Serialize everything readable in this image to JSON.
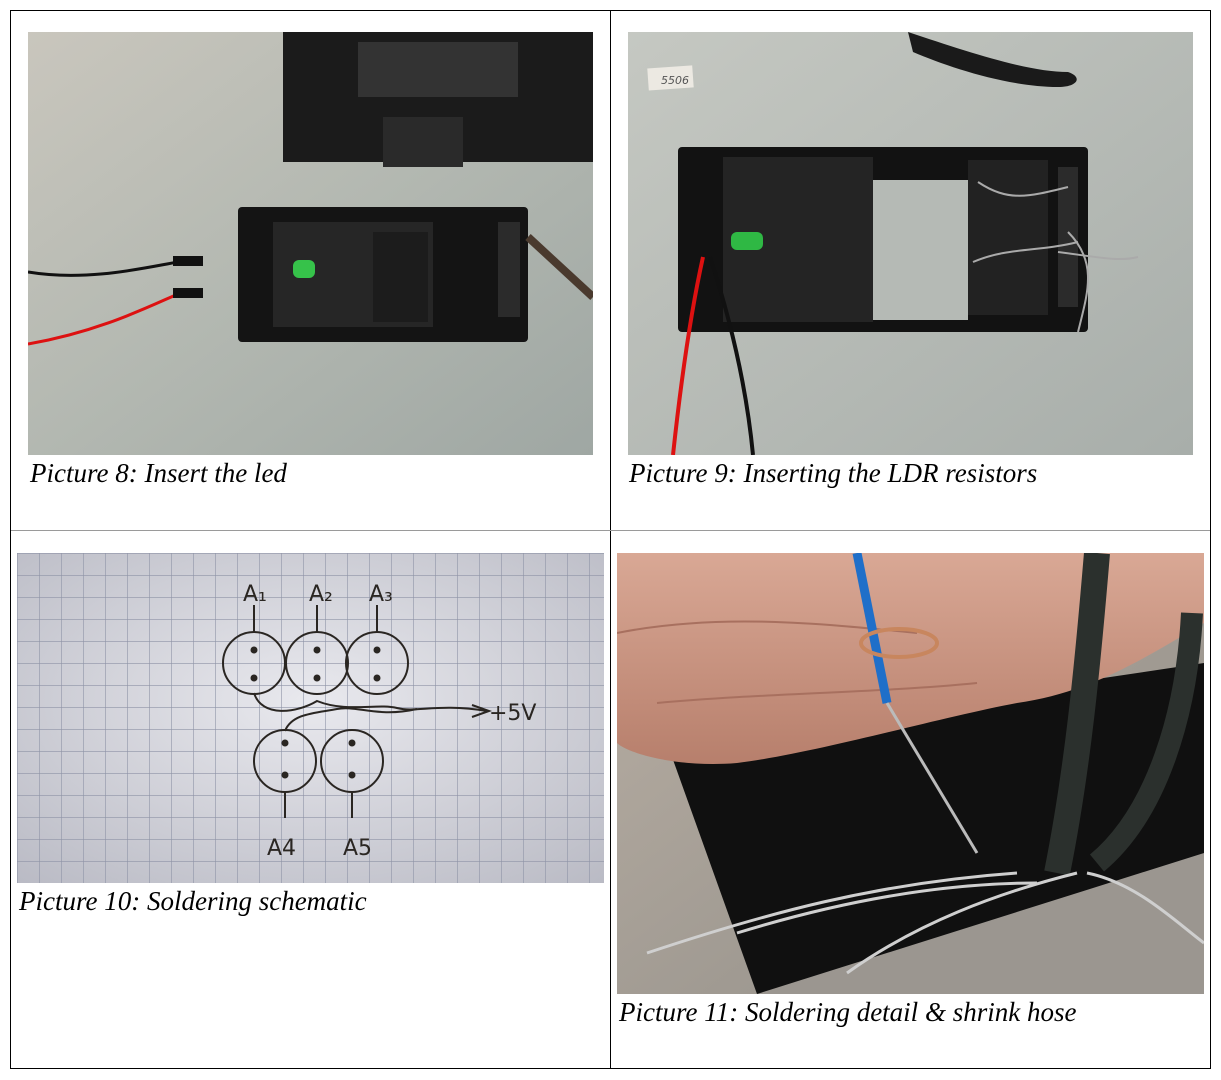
{
  "figures": [
    {
      "image": "photo-led-inserted-in-black-enclosure",
      "caption": "Picture 8: Insert the led"
    },
    {
      "image": "photo-ldr-resistors-inserted",
      "caption": "Picture 9: Inserting the LDR resistors",
      "label": "5506"
    },
    {
      "image": "photo-handdrawn-soldering-schematic",
      "caption": "Picture 10: Soldering schematic",
      "schematic_labels": {
        "a1": "A₁",
        "a2": "A₂",
        "a3": "A₃",
        "a4": "A4",
        "a5": "A5",
        "supply": "+5V"
      }
    },
    {
      "image": "photo-soldering-detail-shrink-hose",
      "caption": "Picture 11: Soldering detail & shrink hose"
    }
  ]
}
